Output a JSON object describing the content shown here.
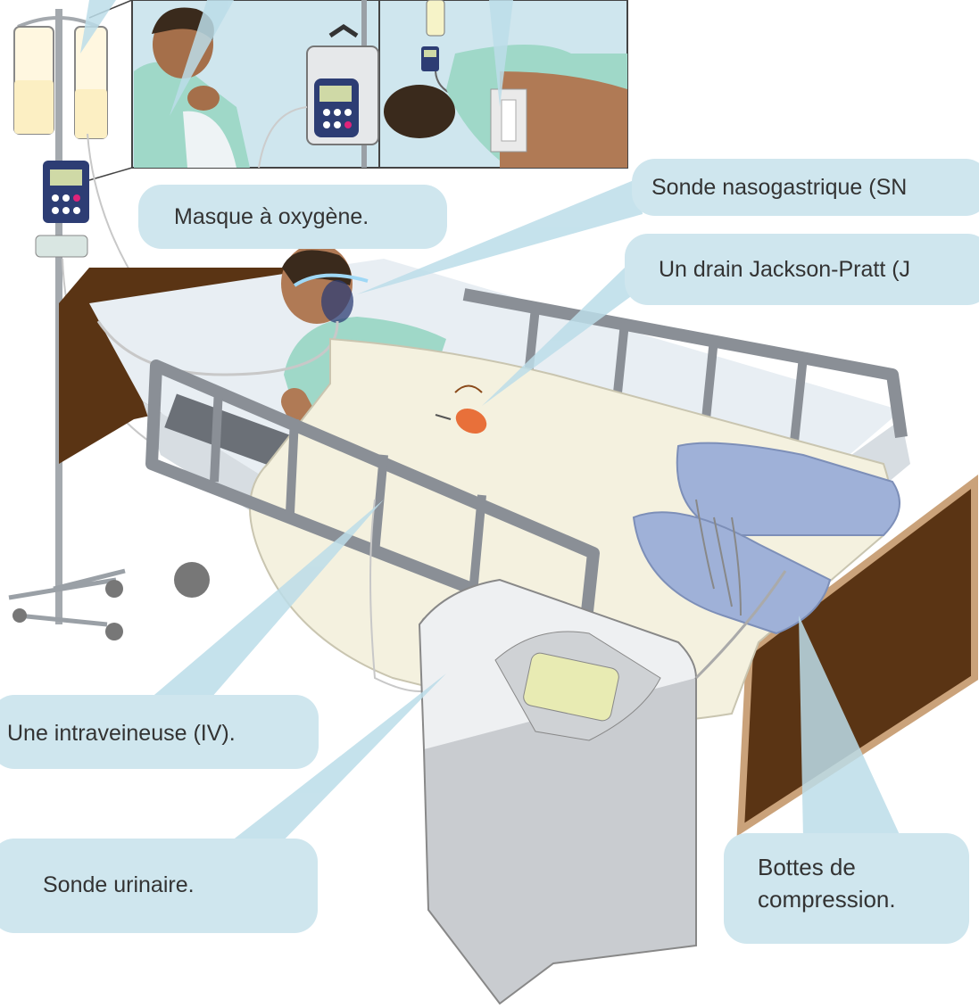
{
  "callouts": {
    "oxygen_mask": "Masque à oxygène.",
    "nasogastric_tube": "Sonde nasogastrique (SN",
    "jackson_pratt_drain": "Un drain Jackson-Pratt (J",
    "iv": "Une intraveineuse (IV).",
    "urinary_catheter": "Sonde urinaire.",
    "compression_boots_line1": "Bottes de",
    "compression_boots_line2": "compression."
  },
  "colors": {
    "callout_fill": "#cfe6ee",
    "pointer_fill": "#bcdde9",
    "callout_text": "#333333",
    "gown": "#9fd8c8",
    "skin": "#b07a55",
    "hair": "#3a2a1c",
    "footboard": "#5a3414",
    "sheet": "#f4f1df",
    "bed_frame": "#8a8f96",
    "compression_boot": "#9fb1d8",
    "urine": "#f6d45a",
    "pump_blue": "#2d3d74"
  },
  "icons": [
    "iv-pole-icon",
    "iv-bag-icon",
    "infusion-pump-icon",
    "oxygen-mask-icon",
    "jp-drain-icon",
    "urine-bag-icon",
    "compression-pump-icon"
  ]
}
